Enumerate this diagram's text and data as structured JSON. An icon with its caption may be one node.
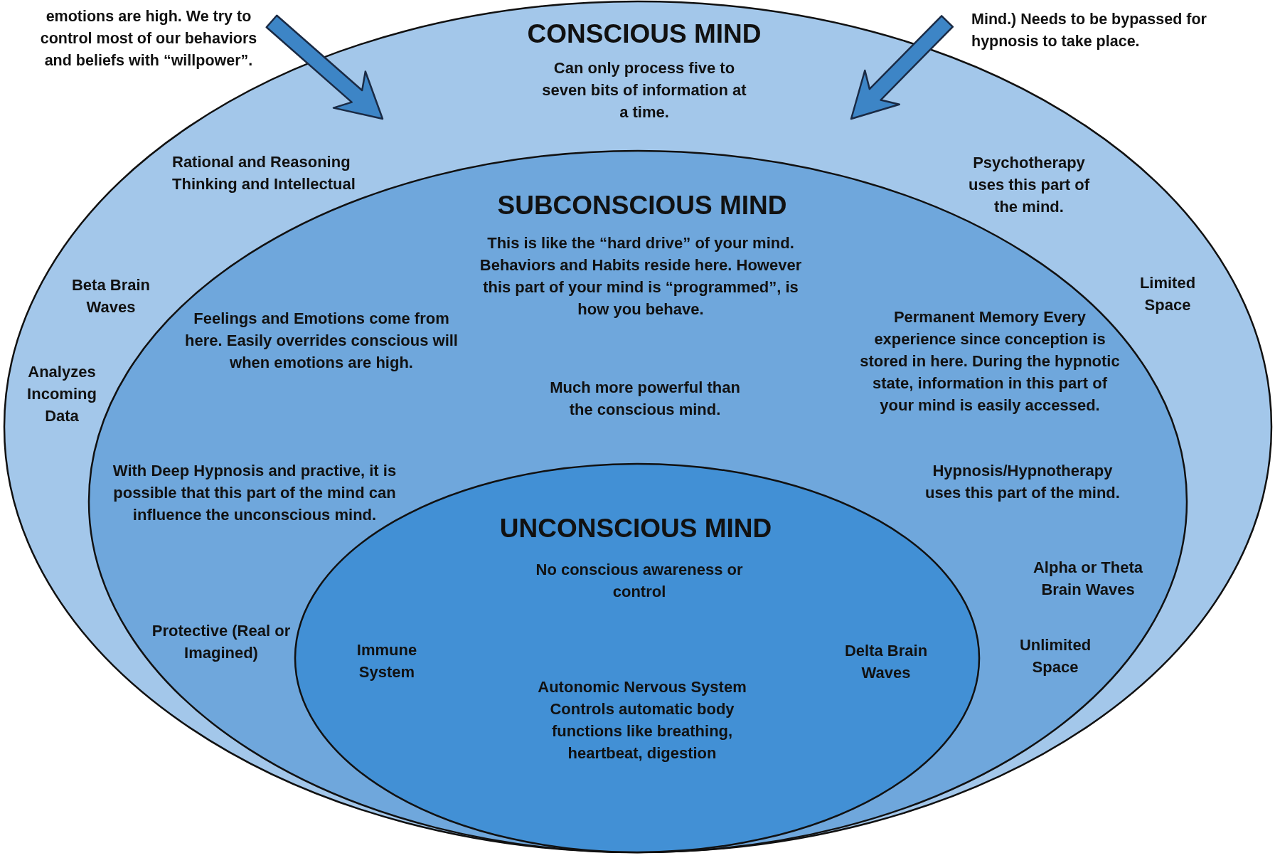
{
  "diagram": {
    "nodes": [
      {
        "text": [
          "CONSCIOUS MIND",
          "Can only process five to seven bits of information at a time.",
          "Rational and Reasoning Thinking and Intellectual",
          "Beta Brain Waves",
          "Analyzes Incoming Data",
          "Psychotherapy uses this part of the mind.",
          "Limited Space"
        ]
      },
      {
        "text": [
          "SUBCONSCIOUS MIND",
          "This is like the “hard drive” of your mind. Behaviors and Habits reside here. However this part of your mind is “programmed”, is how you behave.",
          "Feelings and Emotions come from here. Easily overrides conscious will when emotions are high.",
          "Much more powerful than the conscious mind.",
          "Permanent Memory Every experience since conception is stored in here. During the hypnotic state, information in this part of your mind is easily accessed.",
          "With Deep Hypnosis and practive, it is possible that this part of the mind can influence the unconscious mind.",
          "Hypnosis/Hypnotherapy uses this part of the mind.",
          "Protective (Real or Imagined)",
          "Alpha or Theta Brain Waves",
          "Unlimited Space"
        ],
        "in": 0
      },
      {
        "text": [
          "UNCONSCIOUS MIND",
          "No conscious awareness or control",
          "Immune System",
          "Delta Brain Waves",
          "Autonomic Nervous System Controls automatic body functions like breathing, heartbeat, digestion"
        ],
        "in": 1
      },
      {
        "text": [
          "emotions are high. We try to control most of our behaviors and beliefs with “willpower”."
        ]
      },
      {
        "text": [
          "Mind.) Needs to be bypassed for hypnosis to take place."
        ]
      }
    ],
    "edges": [
      {
        "from": 3,
        "to": 0,
        "arrow": "to",
        "style": "thick"
      },
      {
        "from": 4,
        "to": 0,
        "arrow": "to",
        "style": "thick"
      }
    ]
  }
}
